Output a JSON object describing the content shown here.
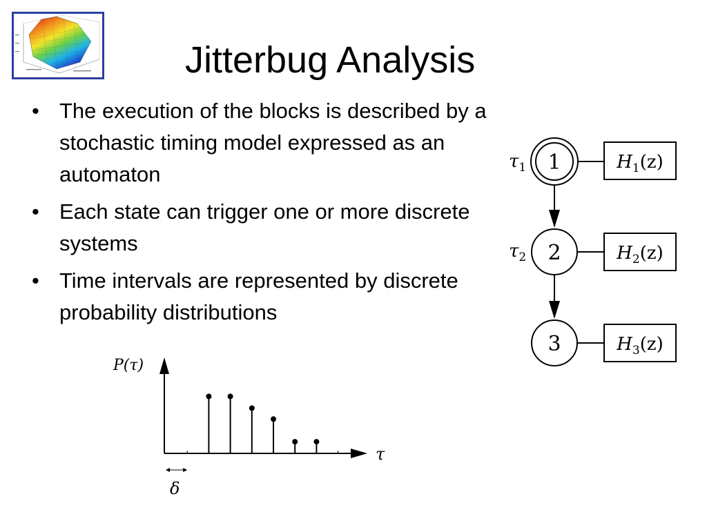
{
  "slide": {
    "title": "Jitterbug Analysis",
    "bullets": [
      {
        "text": "The execution of the blocks is described by a stochastic timing model expressed as an automaton"
      },
      {
        "text": "Each state can trigger one or more discrete systems"
      },
      {
        "text": "Time intervals are represented by discrete probability distributions"
      }
    ]
  },
  "automaton": {
    "states": [
      {
        "label": "1",
        "tau": "τ",
        "tau_sub": "1",
        "system": "H",
        "system_sub": "1",
        "system_arg": "(z)"
      },
      {
        "label": "2",
        "tau": "τ",
        "tau_sub": "2",
        "system": "H",
        "system_sub": "2",
        "system_arg": "(z)"
      },
      {
        "label": "3",
        "tau": "",
        "tau_sub": "",
        "system": "H",
        "system_sub": "3",
        "system_arg": "(z)"
      }
    ]
  },
  "chart_data": {
    "type": "stem",
    "title": "",
    "ylabel": "P(τ)",
    "xlabel": "τ",
    "step_label": "δ",
    "x": [
      2,
      3,
      4,
      5,
      6,
      7
    ],
    "values": [
      0.78,
      0.78,
      0.62,
      0.47,
      0.16,
      0.16
    ],
    "xlim": [
      0,
      9
    ],
    "ylim": [
      0,
      1.3
    ]
  },
  "colors": {
    "logo_border": "#2a3fa0",
    "ink": "#000000"
  }
}
